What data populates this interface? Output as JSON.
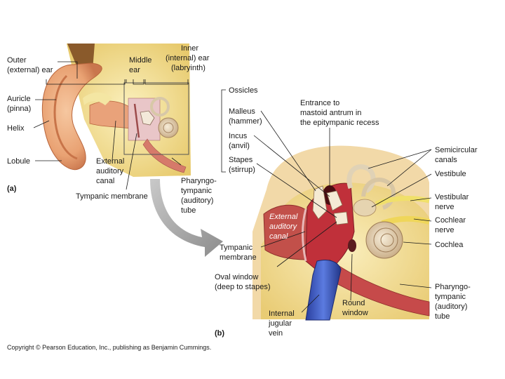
{
  "panel_a": {
    "letter": "(a)",
    "outer_ear": [
      "Outer",
      "(external) ear"
    ],
    "middle_ear": [
      "Middle",
      "ear"
    ],
    "inner_ear": [
      "Inner",
      "(internal) ear",
      "(labryinth)"
    ],
    "auricle": [
      "Auricle",
      "(pinna)"
    ],
    "helix": "Helix",
    "lobule": "Lobule",
    "external_canal": [
      "External",
      "auditory",
      "canal"
    ],
    "tympanic_membrane": "Tympanic membrane",
    "pharyngotympanic": [
      "Pharyngo-",
      "tympanic",
      "(auditory)",
      "tube"
    ]
  },
  "panel_b": {
    "letter": "(b)",
    "ossicles": "Ossicles",
    "malleus": [
      "Malleus",
      "(hammer)"
    ],
    "incus": [
      "Incus",
      "(anvil)"
    ],
    "stapes": [
      "Stapes",
      "(stirrup)"
    ],
    "mastoid": [
      "Entrance to",
      "mastoid antrum in",
      "the epitympanic recess"
    ],
    "semicircular": [
      "Semicircular",
      "canals"
    ],
    "vestibule": "Vestibule",
    "vestibular_nerve": [
      "Vestibular",
      "nerve"
    ],
    "cochlear_nerve": [
      "Cochlear",
      "nerve"
    ],
    "cochlea": "Cochlea",
    "external_canal": [
      "External",
      "auditory",
      "canal"
    ],
    "tympanic_membrane": [
      "Tympanic",
      "membrane"
    ],
    "oval_window": [
      "Oval window",
      "(deep to stapes)"
    ],
    "round_window": [
      "Round",
      "window"
    ],
    "jugular": [
      "Internal",
      "jugular",
      "vein"
    ],
    "pharyngotympanic": [
      "Pharyngo-",
      "tympanic",
      "(auditory)",
      "tube"
    ]
  },
  "copyright": "Copyright © Pearson Education, Inc., publishing as Benjamin Cummings."
}
